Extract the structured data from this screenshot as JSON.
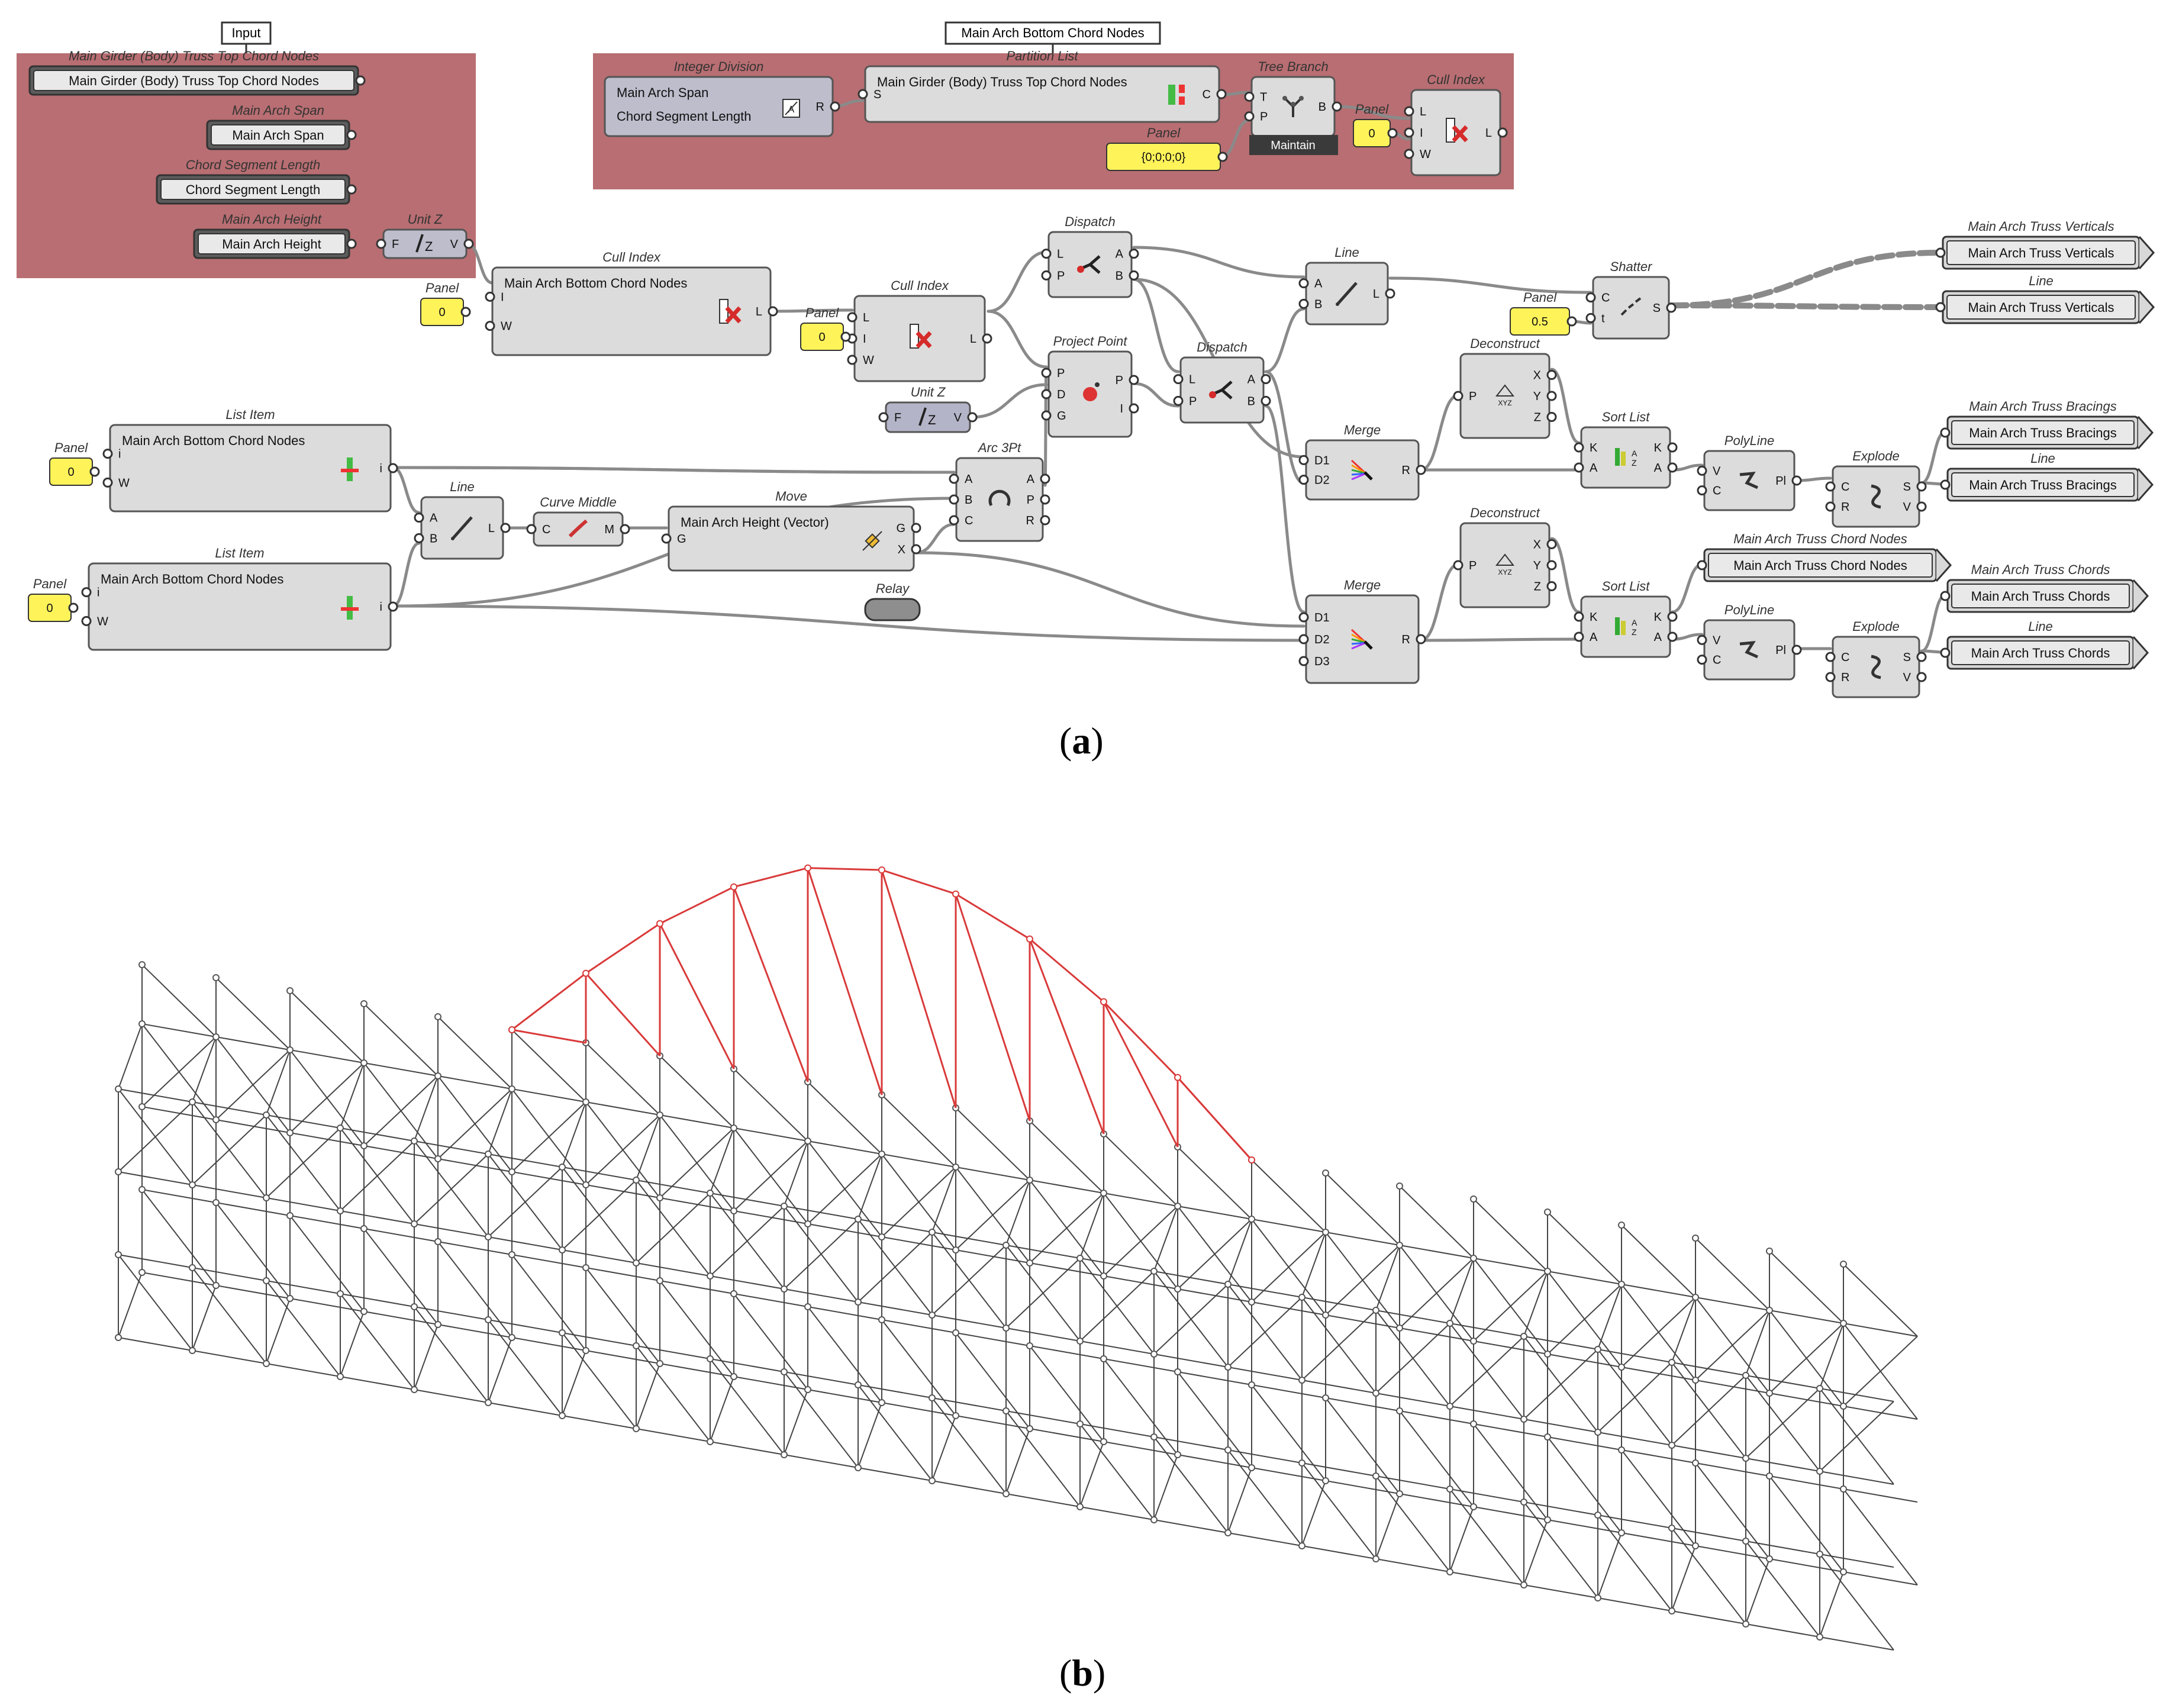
{
  "captions": {
    "a": "a",
    "b": "b"
  },
  "groups": {
    "input": "Input",
    "partition": "Main Arch Bottom Chord Nodes"
  },
  "components": {
    "c_params": {
      "title": "Main Girder (Body) Truss Top Chord Nodes",
      "label": "Main Girder (Body) Truss Top Chord Nodes"
    },
    "c_span": {
      "title": "Main Arch Span",
      "label": "Main Arch Span"
    },
    "c_chord": {
      "title": "Chord Segment Length",
      "label": "Chord Segment Length"
    },
    "c_height": {
      "title": "Main Arch Height",
      "label": "Main Arch Height"
    },
    "c_unitz1": {
      "title": "Unit Z",
      "in": [
        "F"
      ],
      "out": [
        "V"
      ]
    },
    "c_intdiv": {
      "title": "Integer Division",
      "label": "Main Arch Span",
      "label2": "Chord Segment Length",
      "out": [
        "R"
      ]
    },
    "c_partition": {
      "title": "Partition List",
      "label": "Main Girder (Body) Truss Top Chord Nodes",
      "in": [
        "S"
      ],
      "out": [
        "C"
      ]
    },
    "c_treebranch": {
      "title": "Tree Branch",
      "in": [
        "T",
        "P"
      ],
      "out": [
        "B"
      ],
      "badge": "Maintain"
    },
    "c_panel_path": {
      "title": "Panel",
      "value": "{0;0;0;0}"
    },
    "c_panel_p": {
      "title": "Panel",
      "value": "0"
    },
    "c_cull1": {
      "title": "Cull Index",
      "in": [
        "L",
        "I",
        "W"
      ],
      "out": [
        "L"
      ]
    },
    "c_cull2": {
      "title": "Cull Index",
      "label": "Main Arch Bottom Chord Nodes",
      "in": [
        "I",
        "W"
      ],
      "out": [
        "L"
      ]
    },
    "c_panel1": {
      "title": "Panel",
      "value": "0"
    },
    "c_cull3": {
      "title": "Cull Index",
      "in": [
        "L",
        "I",
        "W"
      ],
      "out": [
        "L"
      ]
    },
    "c_panel2": {
      "title": "Panel",
      "value": "0"
    },
    "c_dispatch1": {
      "title": "Dispatch",
      "in": [
        "L",
        "P"
      ],
      "out": [
        "A",
        "B"
      ]
    },
    "c_projpt": {
      "title": "Project Point",
      "in": [
        "P",
        "D",
        "G"
      ],
      "out": [
        "P",
        "I"
      ]
    },
    "c_unitz2": {
      "title": "Unit Z",
      "in": [
        "F"
      ],
      "out": [
        "V"
      ]
    },
    "c_dispatch2": {
      "title": "Dispatch",
      "in": [
        "L",
        "P"
      ],
      "out": [
        "A",
        "B"
      ]
    },
    "c_line1": {
      "title": "Line",
      "in": [
        "A",
        "B"
      ],
      "out": [
        "L"
      ]
    },
    "c_shatter": {
      "title": "Shatter",
      "in": [
        "C",
        "t"
      ],
      "out": [
        "S"
      ]
    },
    "c_panel3": {
      "title": "Panel",
      "value": "0.5"
    },
    "c_out_verts1": {
      "title": "Main Arch Truss Verticals",
      "label": "Main Arch Truss Verticals"
    },
    "c_out_verts2": {
      "title": "Line",
      "label": "Main Arch Truss Verticals"
    },
    "c_listitem1": {
      "title": "List Item",
      "label": "Main Arch Bottom Chord Nodes",
      "in": [
        "i",
        "W"
      ],
      "out": [
        "i"
      ]
    },
    "c_panel4": {
      "title": "Panel",
      "value": "0"
    },
    "c_listitem2": {
      "title": "List Item",
      "label": "Main Arch Bottom Chord Nodes",
      "in": [
        "i",
        "W"
      ],
      "out": [
        "i"
      ]
    },
    "c_panel5": {
      "title": "Panel",
      "value": "0"
    },
    "c_line2": {
      "title": "Line",
      "in": [
        "A",
        "B"
      ],
      "out": [
        "L"
      ]
    },
    "c_curvemid": {
      "title": "Curve Middle",
      "in": [
        "C"
      ],
      "out": [
        "M"
      ]
    },
    "c_move": {
      "title": "Move",
      "label": "Main Arch Height (Vector)",
      "in": [
        "G"
      ],
      "out": [
        "G",
        "X"
      ]
    },
    "c_arc": {
      "title": "Arc 3Pt",
      "in": [
        "A",
        "B",
        "C"
      ],
      "out": [
        "A",
        "P",
        "R"
      ]
    },
    "c_relay": {
      "title": "Relay"
    },
    "c_merge1": {
      "title": "Merge",
      "in": [
        "D1",
        "D2"
      ],
      "out": [
        "R"
      ]
    },
    "c_decon1": {
      "title": "Deconstruct",
      "in": [
        "P"
      ],
      "out": [
        "X",
        "Y",
        "Z"
      ]
    },
    "c_sort1": {
      "title": "Sort List",
      "in": [
        "K",
        "A"
      ],
      "out": [
        "K",
        "A"
      ]
    },
    "c_poly1": {
      "title": "PolyLine",
      "in": [
        "V",
        "C"
      ],
      "out": [
        "Pl"
      ]
    },
    "c_explode1": {
      "title": "Explode",
      "in": [
        "C",
        "R"
      ],
      "out": [
        "S",
        "V"
      ]
    },
    "c_out_brac1": {
      "title": "Main Arch Truss Bracings",
      "label": "Main Arch Truss Bracings"
    },
    "c_out_brac2": {
      "title": "Line",
      "label": "Main Arch Truss Bracings"
    },
    "c_merge2": {
      "title": "Merge",
      "in": [
        "D1",
        "D2",
        "D3"
      ],
      "out": [
        "R"
      ]
    },
    "c_decon2": {
      "title": "Deconstruct",
      "in": [
        "P"
      ],
      "out": [
        "X",
        "Y",
        "Z"
      ]
    },
    "c_sort2": {
      "title": "Sort List",
      "in": [
        "K",
        "A"
      ],
      "out": [
        "K",
        "A"
      ]
    },
    "c_poly2": {
      "title": "PolyLine",
      "in": [
        "V",
        "C"
      ],
      "out": [
        "Pl"
      ]
    },
    "c_explode2": {
      "title": "Explode",
      "in": [
        "C",
        "R"
      ],
      "out": [
        "S",
        "V"
      ]
    },
    "c_out_nodes": {
      "title": "Main Arch Truss Chord Nodes",
      "label": "Main Arch Truss Chord Nodes"
    },
    "c_out_chord1": {
      "title": "Main Arch Truss Chords",
      "label": "Main Arch Truss Chords"
    },
    "c_out_chord2": {
      "title": "Line",
      "label": "Main Arch Truss Chords"
    }
  },
  "colors": {
    "group_fill": "#b86e72",
    "component_fill": "#dcdcdc",
    "param_fill": "#cfcfcf",
    "panel_fill": "#fff35a",
    "wire": "#8a8a8a",
    "arch_red": "#d93a3a",
    "truss": "#444444"
  },
  "icons": {
    "cull": "red-x-list-icon",
    "dispatch": "dispatch-icon",
    "line": "line-icon",
    "merge": "merge-icon",
    "sort": "sort-icon",
    "polyline": "polyline-icon",
    "explode": "explode-icon",
    "unitz": "unit-z-icon",
    "arc": "arc-icon",
    "move": "move-icon",
    "tree": "tree-branch-icon",
    "deconstruct": "xyz-icon",
    "shatter": "shatter-icon",
    "project": "project-point-icon",
    "listitem": "list-item-icon",
    "curvemid": "curve-middle-icon",
    "partition": "partition-icon",
    "intdiv": "division-icon"
  }
}
